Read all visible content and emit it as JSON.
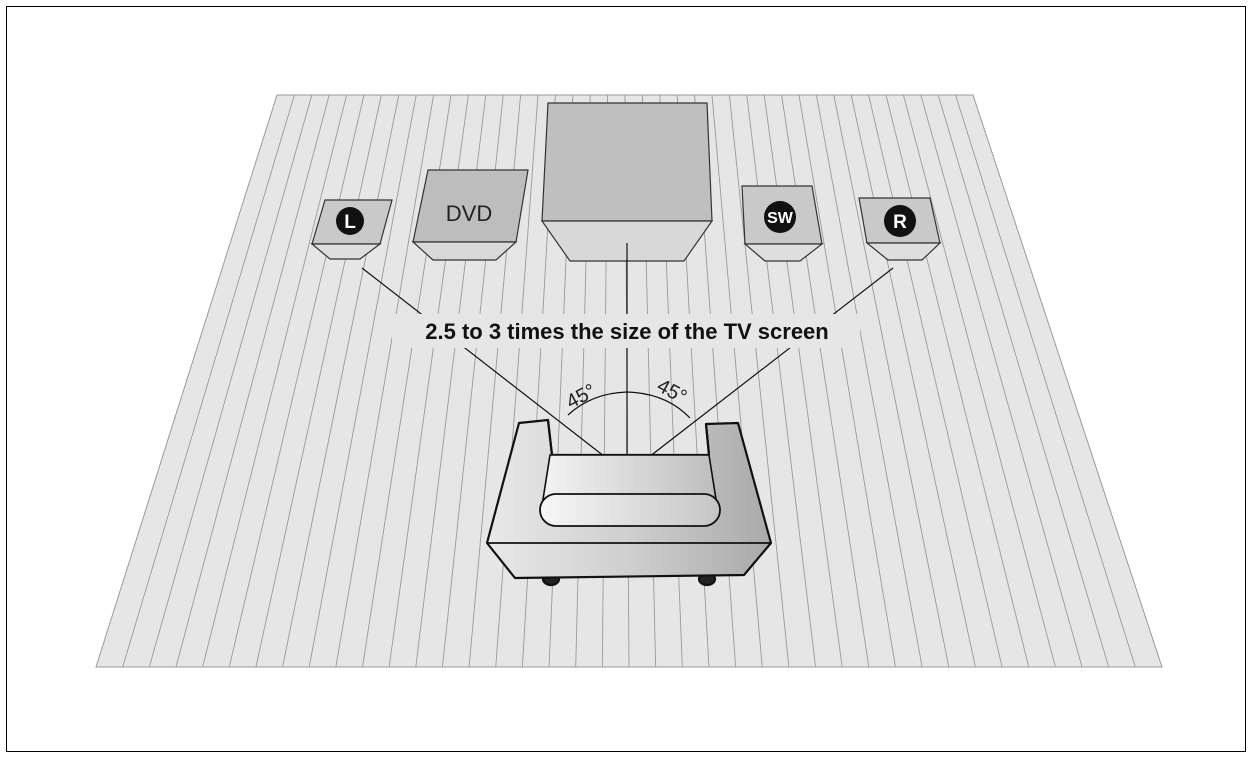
{
  "diagram": {
    "speakers": {
      "left_label": "L",
      "right_label": "R",
      "subwoofer_label": "SW"
    },
    "dvd_label": "DVD",
    "caption": "2.5 to 3 times the size of the TV screen",
    "angle_left": "45°",
    "angle_right": "45°",
    "colors": {
      "floor": "#e6e6e6",
      "floor_lines": "#9a9a9a",
      "device_front": "#b9b9b9",
      "device_top": "#d6d6d6",
      "badge": "#111111"
    }
  }
}
